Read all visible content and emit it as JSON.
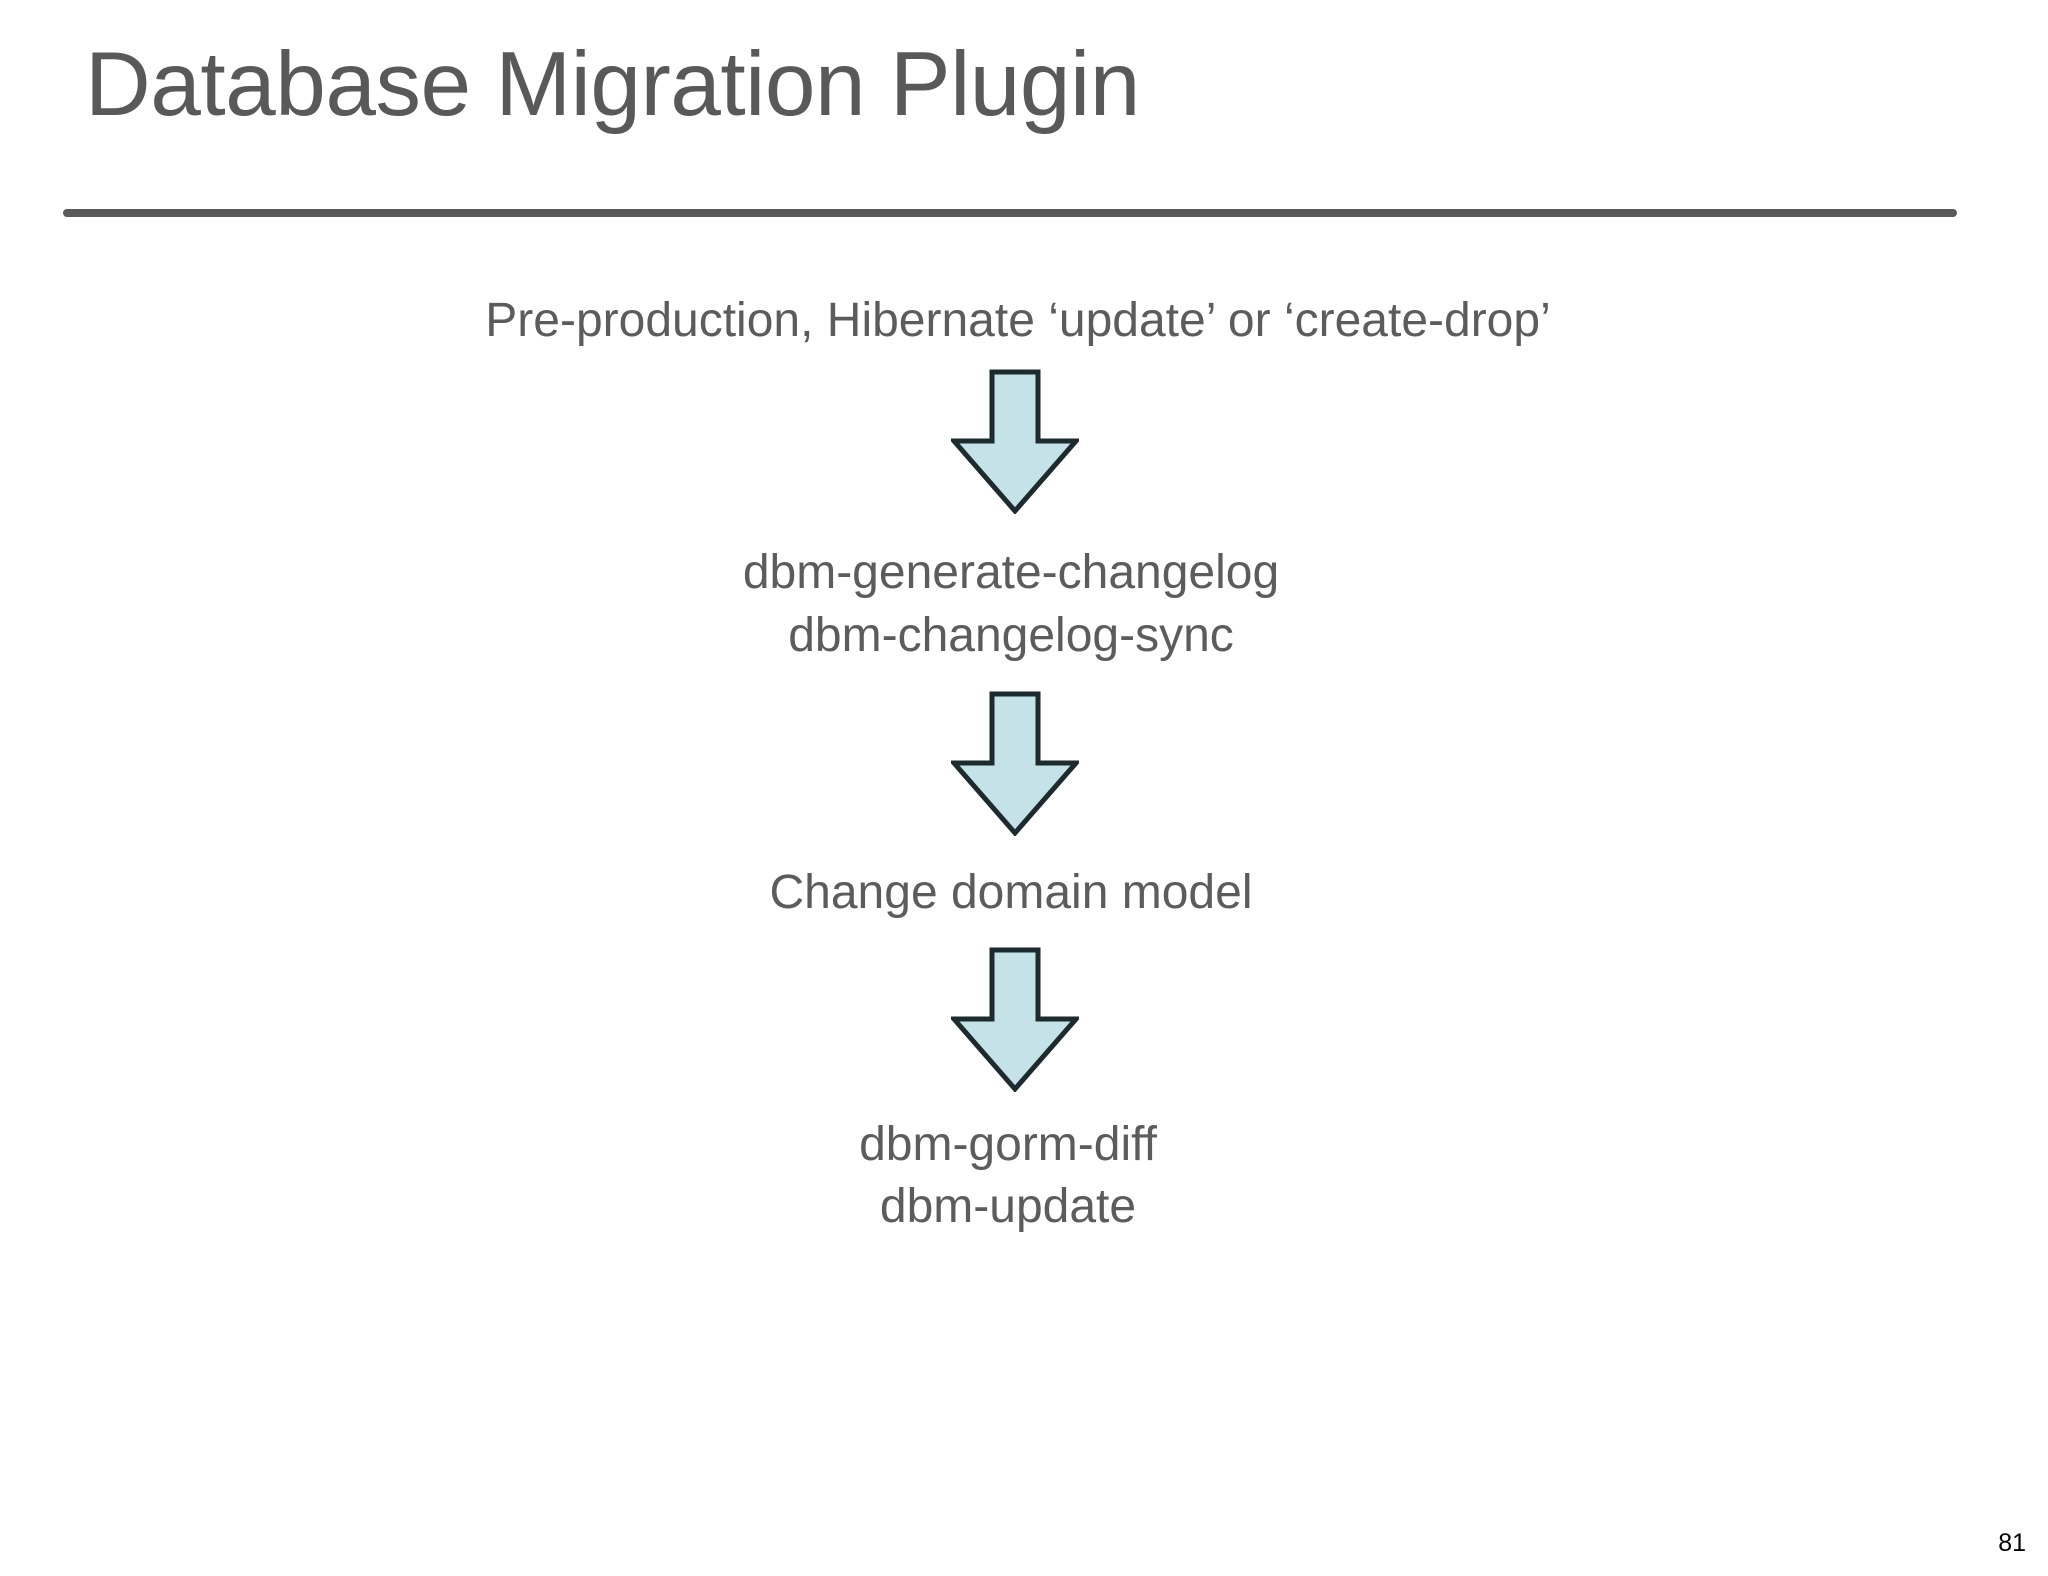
{
  "slide": {
    "title": "Database Migration Plugin",
    "page_number": "81",
    "colors": {
      "title_text": "#595959",
      "rule": "#5a5a5a",
      "body_text": "#5c5c5c",
      "arrow_fill": "#c5e2e8",
      "arrow_stroke": "#1d2b2e",
      "background": "#ffffff",
      "page_number_text": "#000000"
    }
  },
  "flow": {
    "steps": [
      {
        "id": "step-1",
        "lines": [
          "Pre-production, Hibernate ‘update’ or ‘create-drop’"
        ]
      },
      {
        "id": "step-2",
        "lines": [
          "dbm-generate-changelog",
          "dbm-changelog-sync"
        ]
      },
      {
        "id": "step-3",
        "lines": [
          "Change domain model"
        ]
      },
      {
        "id": "step-4",
        "lines": [
          "dbm-gorm-diff",
          "dbm-update"
        ]
      }
    ],
    "connectors": [
      {
        "id": "arrow-1",
        "icon": "arrow-down-icon"
      },
      {
        "id": "arrow-2",
        "icon": "arrow-down-icon"
      },
      {
        "id": "arrow-3",
        "icon": "arrow-down-icon"
      }
    ]
  }
}
